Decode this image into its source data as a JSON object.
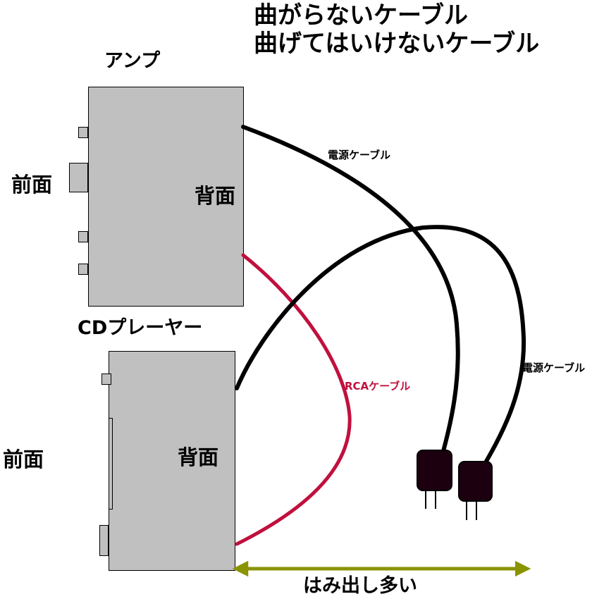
{
  "title": {
    "line1": "曲がらないケーブル",
    "line2": "曲げてはいけないケーブル"
  },
  "amp": {
    "name": "アンプ",
    "front_label": "前面",
    "back_label": "背面"
  },
  "cd_player": {
    "name": "CDプレーヤー",
    "front_label": "前面",
    "back_label": "背面"
  },
  "cables": {
    "power_cable_1": "電源ケーブル",
    "power_cable_2": "電源ケーブル",
    "rca_cable": "RCAケーブル"
  },
  "overhang": {
    "label": "はみ出し多い"
  },
  "colors": {
    "device_fill": "#c0c0c0",
    "power_cable": "#000000",
    "rca_cable": "#c0103e",
    "plug": "#1c0010",
    "arrow": "#8a9400"
  }
}
